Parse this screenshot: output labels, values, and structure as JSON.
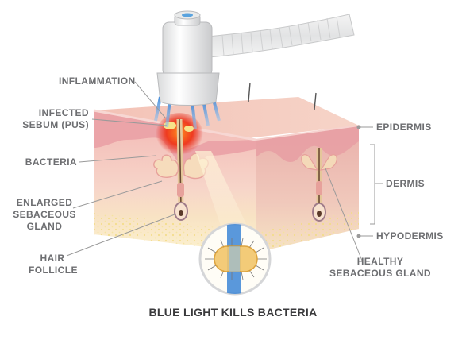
{
  "labels": {
    "inflammation": "INFLAMMATION",
    "infected_sebum": [
      "INFECTED",
      "SEBUM (PUS)"
    ],
    "bacteria": "BACTERIA",
    "enlarged_gland": [
      "ENLARGED",
      "SEBACEOUS",
      "GLAND"
    ],
    "hair_follicle": [
      "HAIR",
      "FOLLICLE"
    ],
    "epidermis": "EPIDERMIS",
    "dermis": "DERMIS",
    "hypodermis": "HYPODERMIS",
    "healthy_gland": [
      "HEALTHY",
      "SEBACEOUS GLAND"
    ]
  },
  "caption": "BLUE LIGHT KILLS BACTERIA",
  "colors": {
    "label_text": "#6d6e71",
    "leader_line": "#9a9a9a",
    "epidermis": "#e9a3a7",
    "dermis": "#f6d2c4",
    "hypodermis": "#fbecb4",
    "device": "#e6e7e8",
    "blue_light": "#4a90d9",
    "inflammation": "#e2231a"
  }
}
